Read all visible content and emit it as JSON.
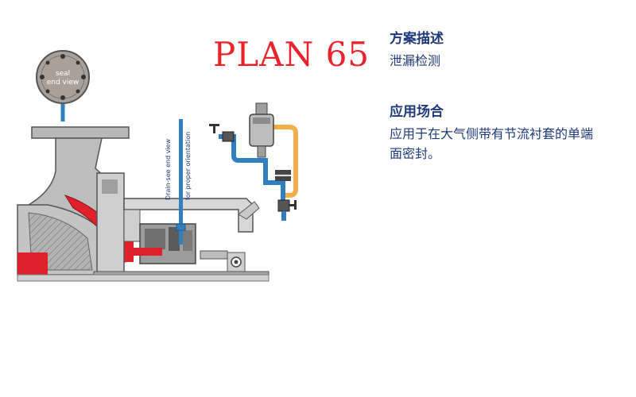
{
  "title": "PLAN 65",
  "scheme_description": {
    "heading": "方案描述",
    "text": "泄漏检测"
  },
  "application": {
    "heading": "应用场合",
    "text": "应用于在大气侧带有节流衬套的单端面密封。"
  },
  "diagram_labels": {
    "seal_view_line1": "seal",
    "seal_view_line2": "end view",
    "drain_note_line1": "Drain-see end view",
    "drain_note_line2": "for proper orientation"
  },
  "colors": {
    "title_red": "#e8232b",
    "text_navy": "#1f3a7a",
    "pipe_blue": "#2f7fc1",
    "drain_orange": "#f2b04c",
    "fluid_red": "#e0202a",
    "housing_gray": "#b9b9b9"
  }
}
